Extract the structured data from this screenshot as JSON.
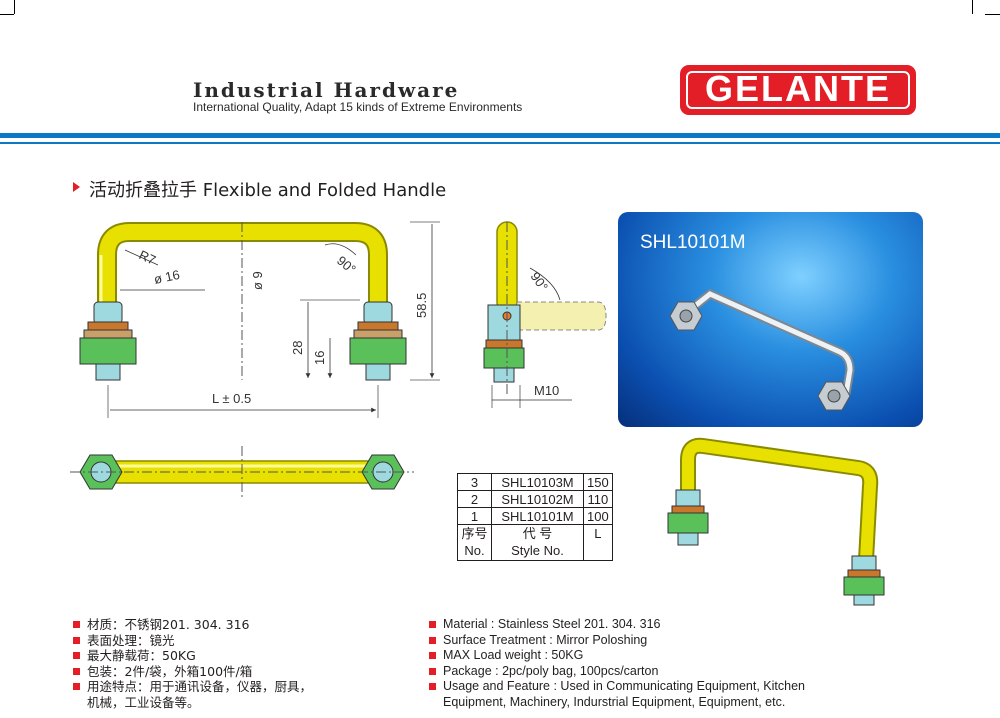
{
  "header": {
    "title": "Industrial Hardware",
    "subtitle": "International Quality, Adapt 15 kinds of Extreme Environments",
    "logo_text": "GELANTE"
  },
  "colors": {
    "accent_red": "#e41e26",
    "band_blue": "#0a78c4",
    "handle_yellow": "#e8e000",
    "nut_green": "#59c05a"
  },
  "section": {
    "title": "活动折叠拉手 Flexible and Folded Handle"
  },
  "drawing": {
    "front": {
      "r7": "R7",
      "dia16": "ø 16",
      "dia9": "ø 9",
      "angle": "90°",
      "h58": "58.5",
      "h28": "28",
      "h16": "16",
      "length": "L ± 0.5"
    },
    "side": {
      "angle": "90°",
      "thread": "M10"
    }
  },
  "photo": {
    "label": "SHL10101M"
  },
  "spec_table": {
    "rows": [
      {
        "no": "3",
        "style": "SHL10103M",
        "l": "150"
      },
      {
        "no": "2",
        "style": "SHL10102M",
        "l": "110"
      },
      {
        "no": "1",
        "style": "SHL10101M",
        "l": "100"
      }
    ],
    "header": {
      "no_cn": "序号",
      "no_en": "No.",
      "style_cn": "代 号",
      "style_en": "Style No.",
      "l": "L"
    }
  },
  "features_cn": [
    "材质：不锈钢201. 304. 316",
    "表面处理：镜光",
    "最大静载荷：50KG",
    "包装：2件/袋，外箱100件/箱",
    "用途特点：用于通讯设备，仪器，厨具，",
    "机械，工业设备等。"
  ],
  "features_en": [
    "Material : Stainless Steel 201. 304. 316",
    "Surface Treatment : Mirror Poloshing",
    "MAX Load weight : 50KG",
    "Package : 2pc/poly bag,  100pcs/carton",
    "Usage and Feature : Used in Communicating Equipment, Kitchen",
    "Equipment, Machinery, Indurstrial Equipment, Equipment, etc."
  ]
}
